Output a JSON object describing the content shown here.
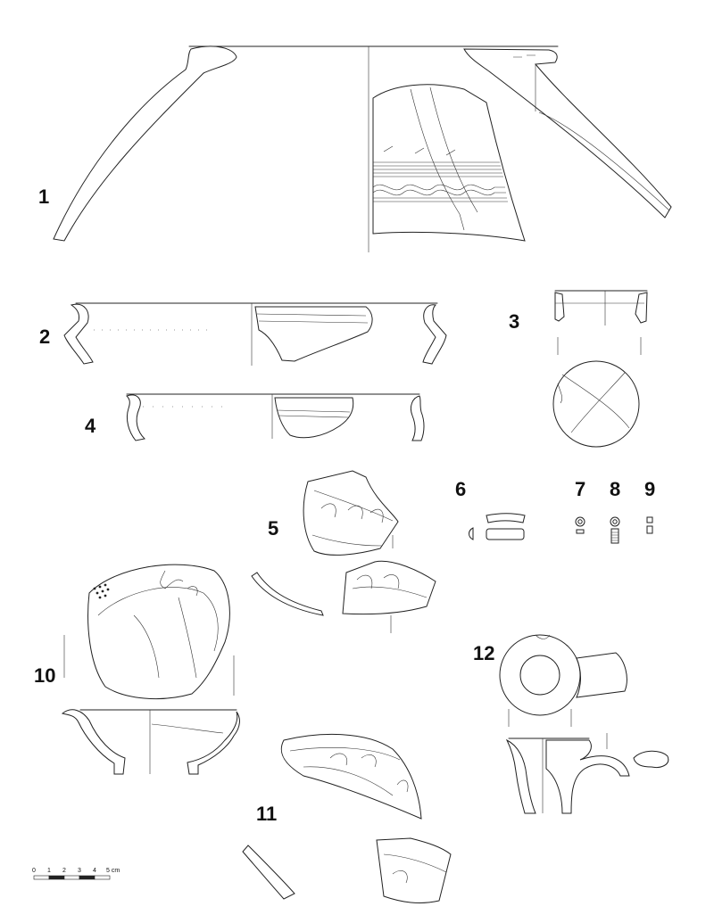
{
  "figure_labels": [
    "1",
    "2",
    "3",
    "4",
    "5",
    "6",
    "7",
    "8",
    "9",
    "10",
    "11",
    "12"
  ],
  "scale_bar": {
    "ticks": [
      "0",
      "1",
      "2",
      "3",
      "4",
      "5 cm"
    ]
  }
}
